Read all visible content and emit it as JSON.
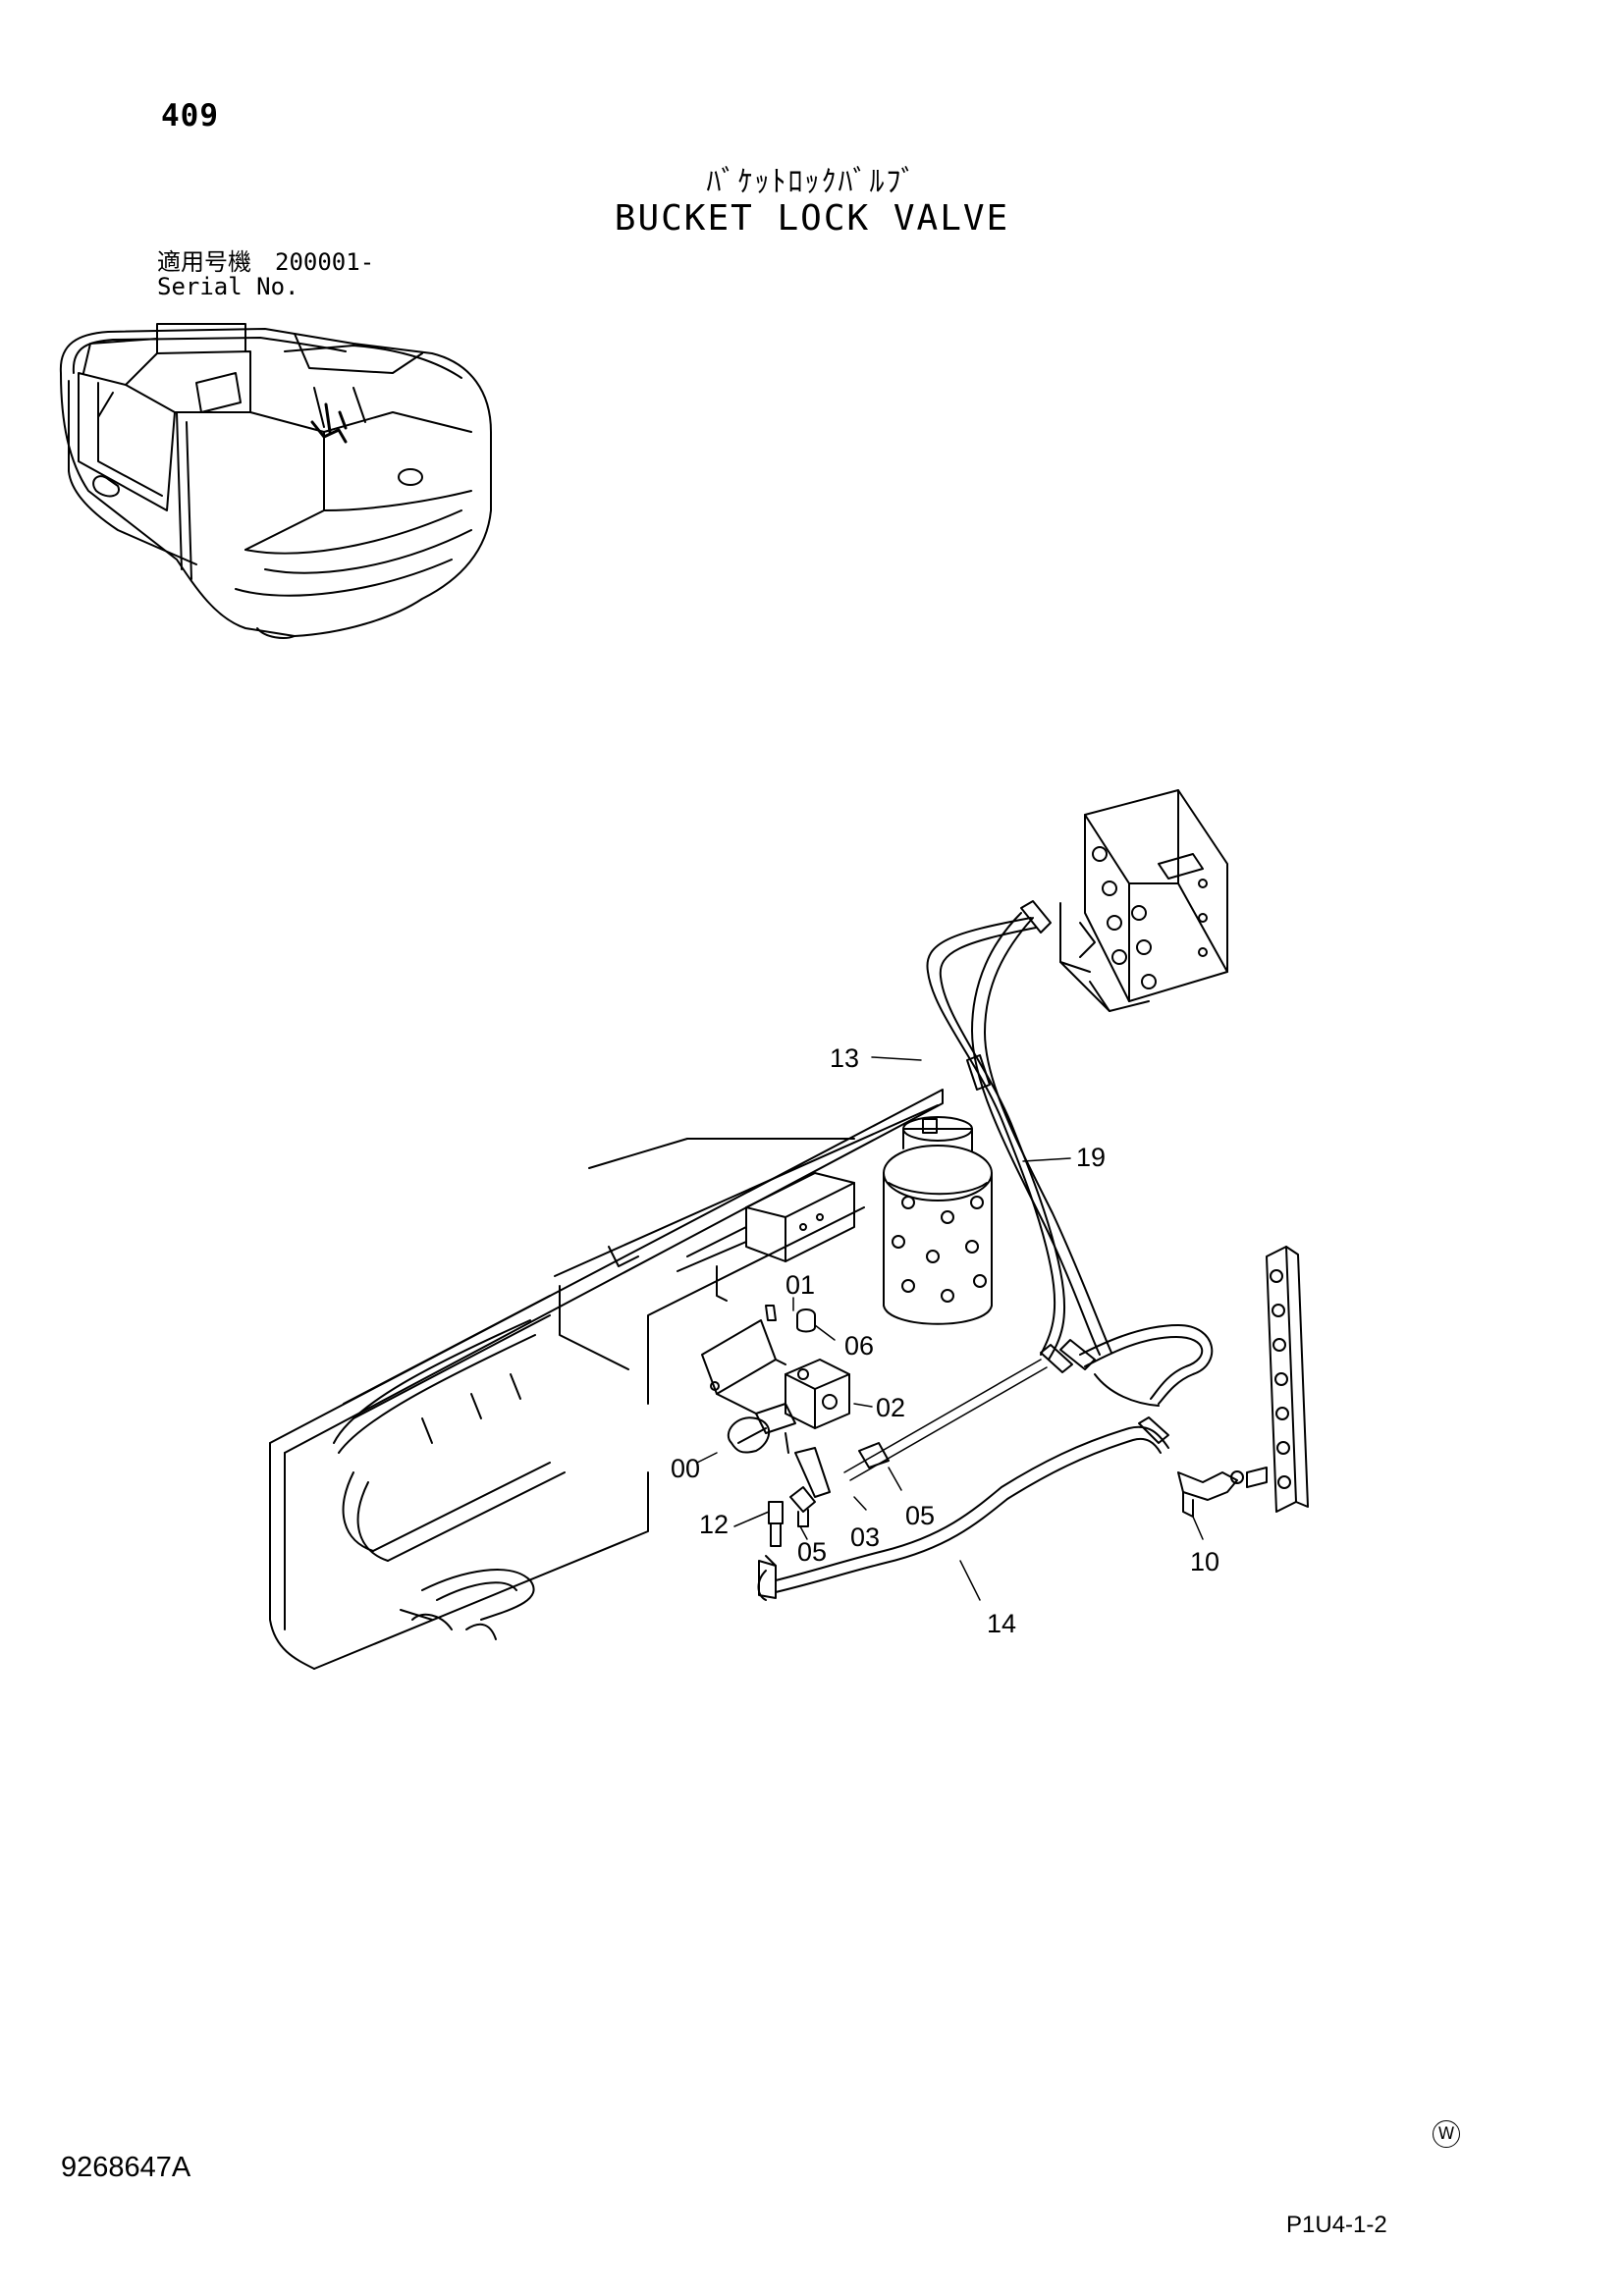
{
  "header": {
    "page_number": "409",
    "title_jp": "ﾊﾞｹｯﾄﾛｯｸﾊﾞﾙﾌﾞ",
    "title_en": "BUCKET LOCK VALVE"
  },
  "serial": {
    "applicable_label": "適用号機",
    "range": "200001-",
    "serial_label": "Serial No."
  },
  "callouts": {
    "c13": "13",
    "c19": "19",
    "c01": "01",
    "c06": "06",
    "c02": "02",
    "c00": "00",
    "c12": "12",
    "c05a": "05",
    "c03": "03",
    "c05b": "05",
    "c14": "14",
    "c10": "10"
  },
  "footer": {
    "doc_number": "9268647A",
    "mark": "W",
    "page_code": "P1U4-1-2"
  }
}
